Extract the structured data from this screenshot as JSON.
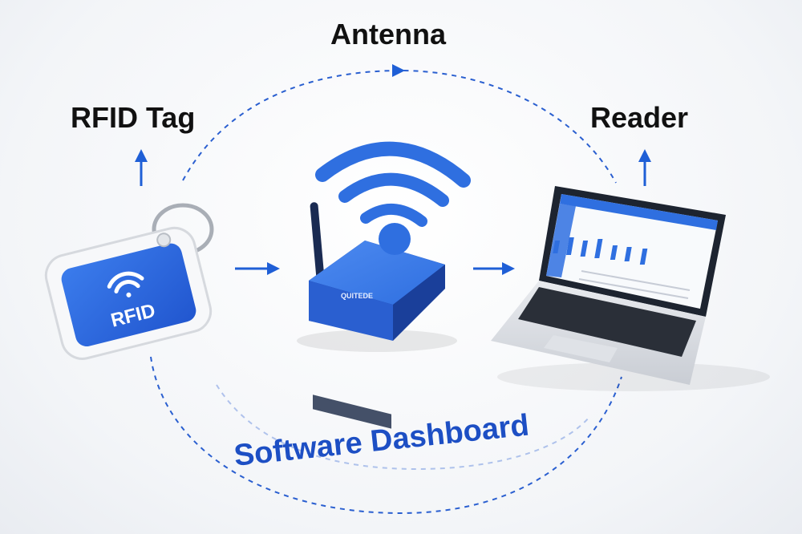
{
  "labels": {
    "antenna": "Antenna",
    "rfid_tag": "RFID Tag",
    "reader": "Reader",
    "software_dashboard": "Software Dashboard"
  },
  "tag_face_text": "RFID",
  "device_brand_text": "QUITEDE",
  "colors": {
    "accent_blue": "#2f6fe0",
    "dark_blue": "#1d4fc4",
    "arrow_blue": "#1f5fd6",
    "text_dark": "#111111"
  },
  "icons": [
    "wifi-icon",
    "arrow-up-icon",
    "arrow-right-icon"
  ]
}
